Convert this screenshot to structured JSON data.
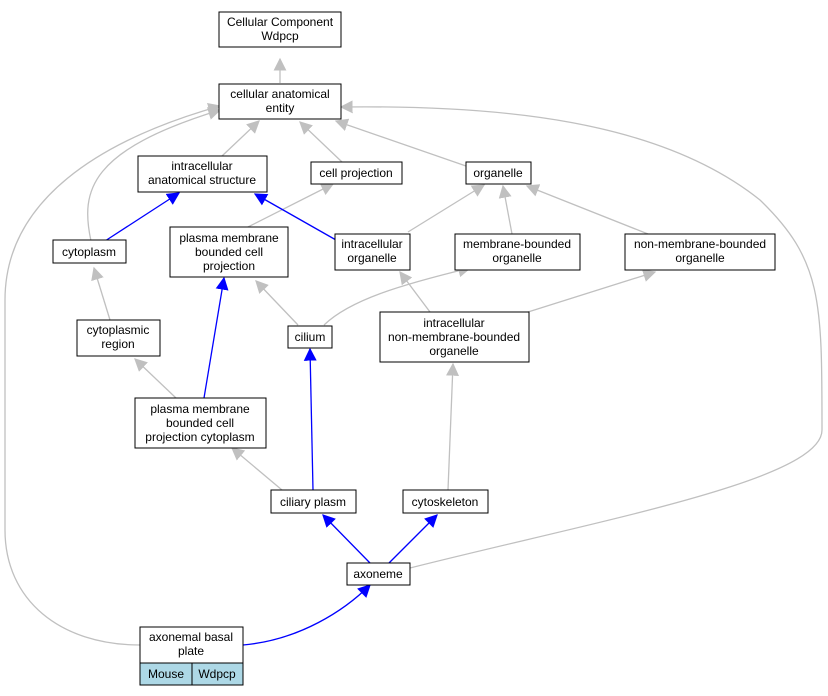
{
  "colors": {
    "is_a": "#c0c0c0",
    "part_of": "#0000ff",
    "tag_fill": "#add8e6"
  },
  "nodes": {
    "root": [
      "Cellular Component",
      "Wdpcp"
    ],
    "cae": [
      "cellular anatomical",
      "entity"
    ],
    "ias": [
      "intracellular",
      "anatomical structure"
    ],
    "cp": [
      "cell projection"
    ],
    "organelle": [
      "organelle"
    ],
    "cytoplasm": [
      "cytoplasm"
    ],
    "pmbcp": [
      "plasma membrane",
      "bounded cell",
      "projection"
    ],
    "io": [
      "intracellular",
      "organelle"
    ],
    "mbo": [
      "membrane-bounded",
      "organelle"
    ],
    "nmbo": [
      "non-membrane-bounded",
      "organelle"
    ],
    "cytreg": [
      "cytoplasmic",
      "region"
    ],
    "cilium": [
      "cilium"
    ],
    "inmbo": [
      "intracellular",
      "non-membrane-bounded",
      "organelle"
    ],
    "pmbcpc": [
      "plasma membrane",
      "bounded cell",
      "projection cytoplasm"
    ],
    "cplasm": [
      "ciliary plasm"
    ],
    "cytosk": [
      "cytoskeleton"
    ],
    "axoneme": [
      "axoneme"
    ],
    "abp": [
      "axonemal basal",
      "plate"
    ]
  },
  "gene_tags": [
    "Mouse",
    "Wdpcp"
  ]
}
